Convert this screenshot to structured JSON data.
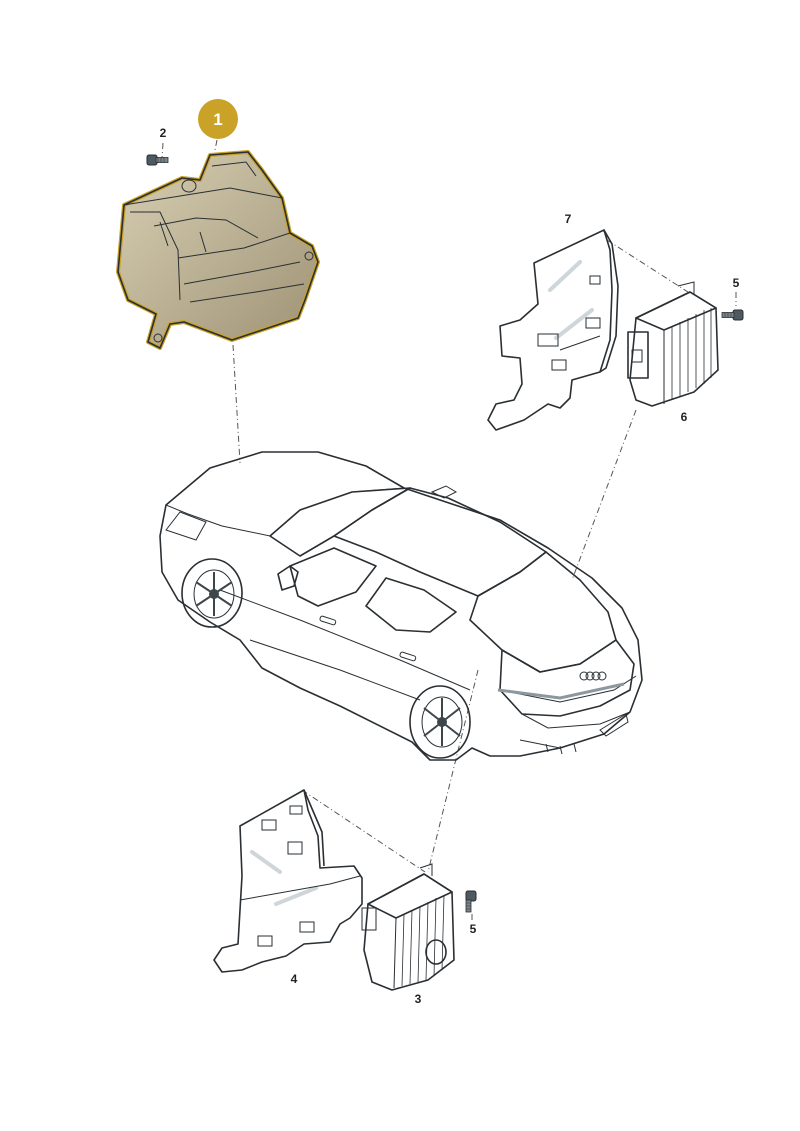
{
  "diagram": {
    "highlight_color": "#c9a227",
    "part_fill_highlight": "#bfb395",
    "part_fill_metal": "#5f6b72",
    "part_fill_module": "#7d888f",
    "car_fill": "#eef2f4",
    "callouts": {
      "part1": "1",
      "part2": "2",
      "part3": "3",
      "part4": "4",
      "part5a": "5",
      "part5b": "5",
      "part6": "6",
      "part7": "7"
    }
  }
}
